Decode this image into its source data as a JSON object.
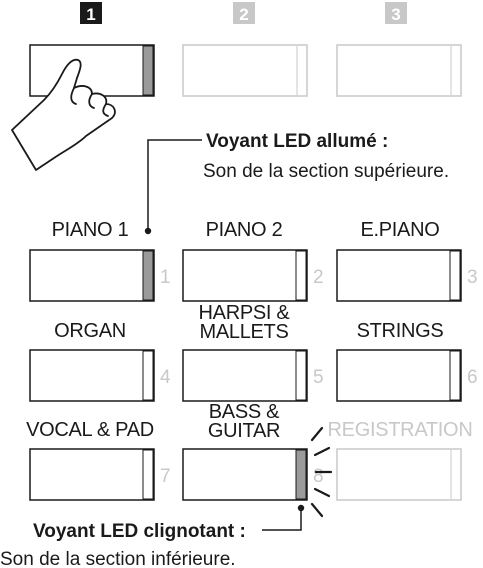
{
  "steps": [
    "1",
    "2",
    "3"
  ],
  "annotations": {
    "led_on_title": "Voyant LED allumé :",
    "led_on_desc": "Son de la section supérieure.",
    "led_blink_title": "Voyant LED clignotant :",
    "led_blink_desc": "Son de la section inférieure."
  },
  "buttons": [
    {
      "label": "PIANO 1",
      "number": "1"
    },
    {
      "label": "PIANO 2",
      "number": "2"
    },
    {
      "label": "E.PIANO",
      "number": "3"
    },
    {
      "label": "ORGAN",
      "number": "4"
    },
    {
      "label_line1": "HARPSI &",
      "label_line2": "MALLETS",
      "number": "5"
    },
    {
      "label": "STRINGS",
      "number": "6"
    },
    {
      "label": "VOCAL & PAD",
      "number": "7"
    },
    {
      "label_line1": "BASS &",
      "label_line2": "GUITAR",
      "number": "8"
    },
    {
      "label": "REGISTRATION"
    }
  ],
  "icons": {
    "hand": "pressing-hand-icon",
    "blink": "blinking-led-icon"
  },
  "colors": {
    "text": "#1a1a1a",
    "inactive": "#c8c8c8",
    "led_lit": "#9a9a9a",
    "led_off": "#ffffff"
  }
}
